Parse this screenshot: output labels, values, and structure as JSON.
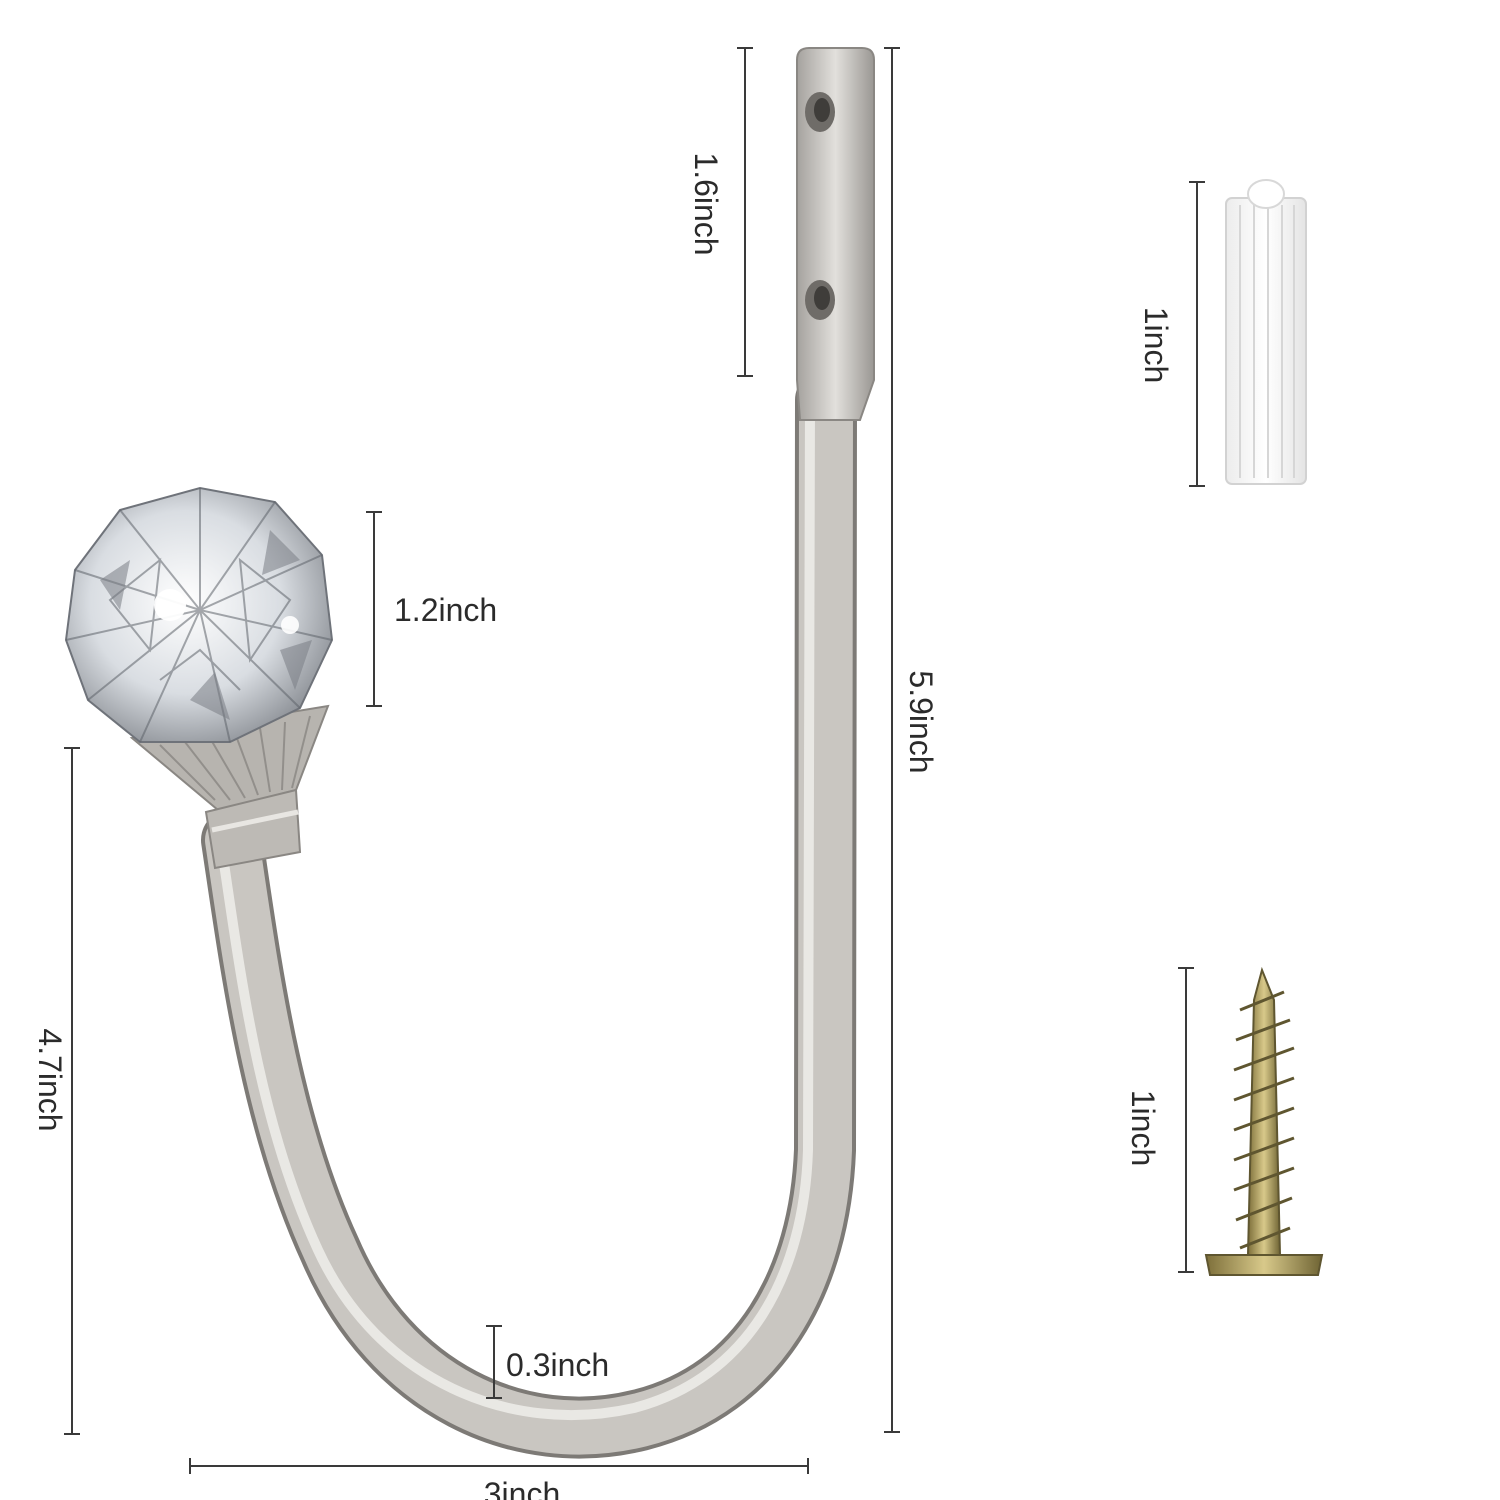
{
  "colors": {
    "background": "#ffffff",
    "metal": "#c9c6c1",
    "metal_dark": "#8e8b86",
    "crystal": "#e9edf1",
    "anchor": "#f3f3f3",
    "screw": "#b3a56a",
    "dimension_line": "#3a3a3a"
  },
  "dimensions": {
    "plate_height": "1.6inch",
    "crystal_height": "1.2inch",
    "total_height": "5.9inch",
    "arm_height": "4.7inch",
    "rod_thickness": "0.3inch",
    "width": "3inch",
    "anchor_length": "1inch",
    "screw_length": "1inch"
  },
  "icons": {
    "hook": "curtain-holdback-hook",
    "crystal": "crystal-knob",
    "anchor": "wall-anchor-icon",
    "screw": "wood-screw-icon"
  }
}
